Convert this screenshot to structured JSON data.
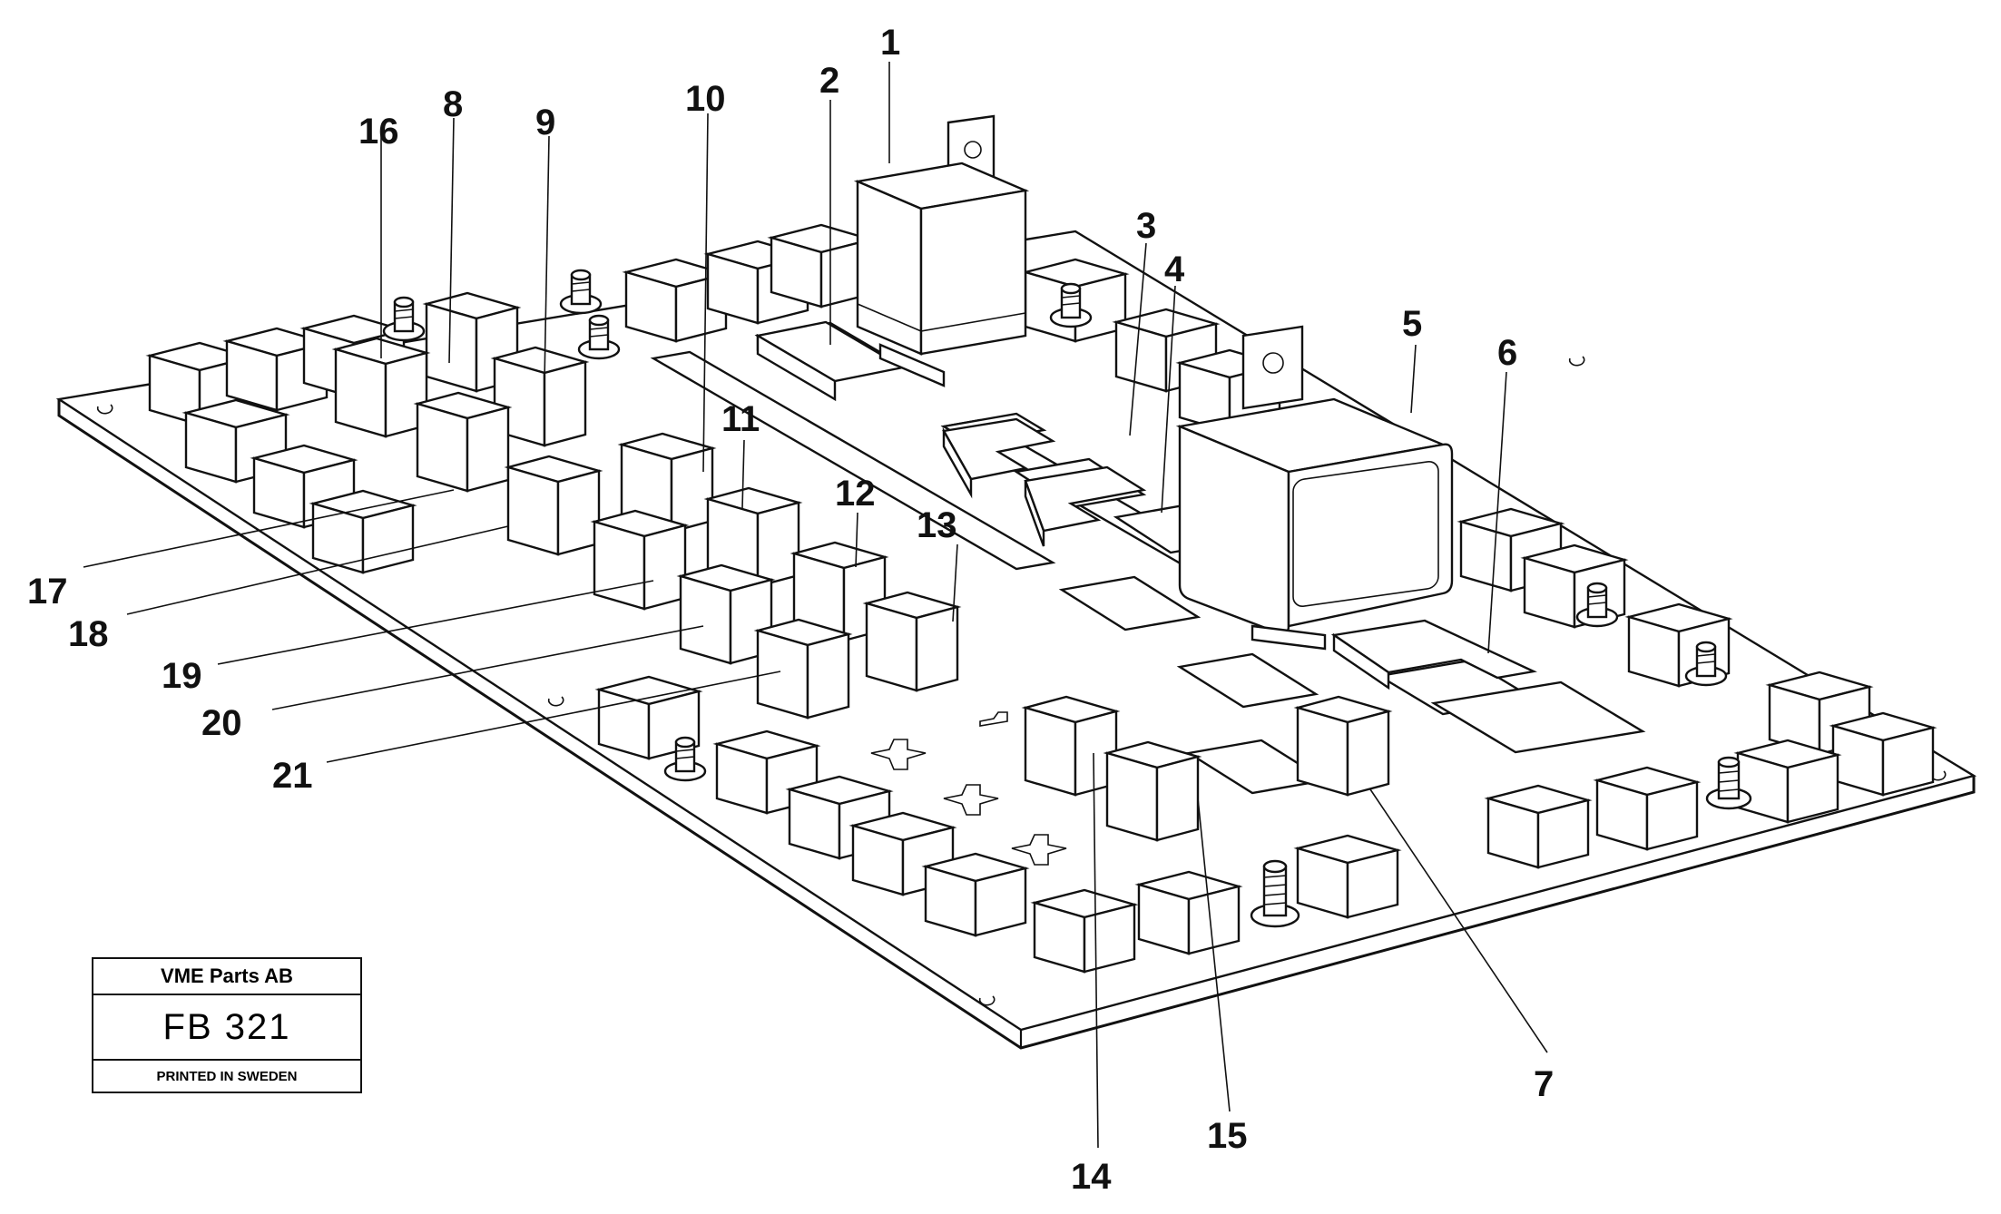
{
  "title_block": {
    "company": "VME Parts AB",
    "code": "FB 321",
    "printed": "PRINTED IN SWEDEN"
  },
  "callouts": [
    "1",
    "2",
    "3",
    "4",
    "5",
    "6",
    "7",
    "8",
    "9",
    "10",
    "11",
    "12",
    "13",
    "14",
    "15",
    "16",
    "17",
    "18",
    "19",
    "20",
    "21"
  ]
}
